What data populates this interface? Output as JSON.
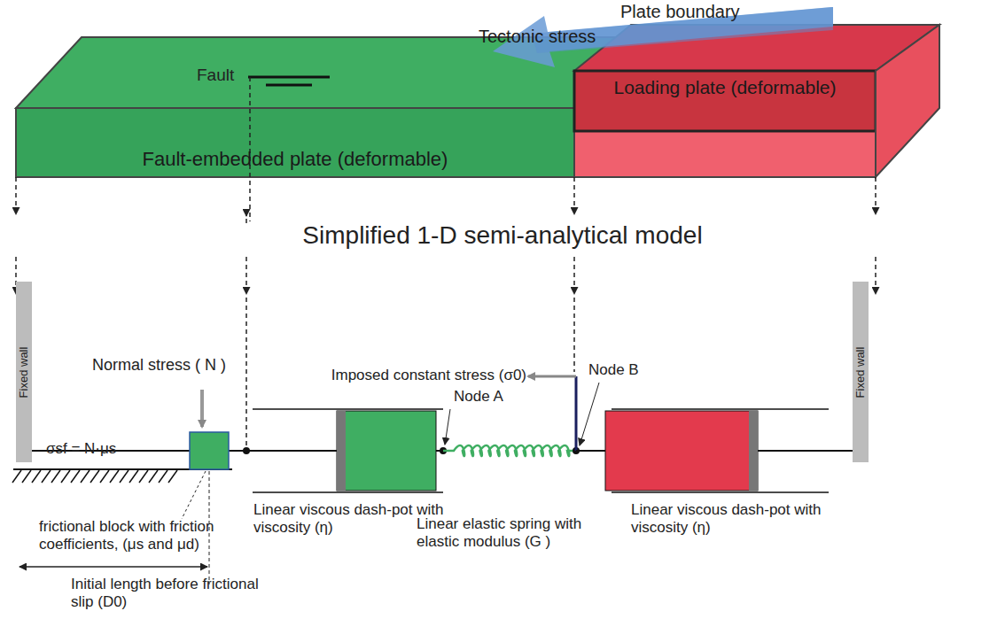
{
  "diagram": {
    "title": "Simplified 1-D semi-analytical model",
    "nodes": [
      {
        "text": [
          "Fault-embedded plate (deformable)"
        ]
      },
      {
        "text": [
          "Loading plate (deformable)"
        ]
      },
      {
        "text": [
          "Fixed wall"
        ]
      },
      {
        "text": [
          "Fixed wall"
        ]
      }
    ],
    "labels": [
      "Plate boundary",
      "Tectonic stress",
      "Fault",
      "Normal stress ( N )",
      "σsf = N·μs",
      "frictional block with friction coefficients, (μs and μd)",
      "Initial length before frictional slip (D0)",
      "Linear viscous dash-pot with viscosity (η)",
      "Node A",
      "Linear elastic spring with elastic modulus (G )",
      "Imposed constant stress (σ0)",
      "Node B",
      "Linear viscous dash-pot with viscosity (η)"
    ]
  }
}
